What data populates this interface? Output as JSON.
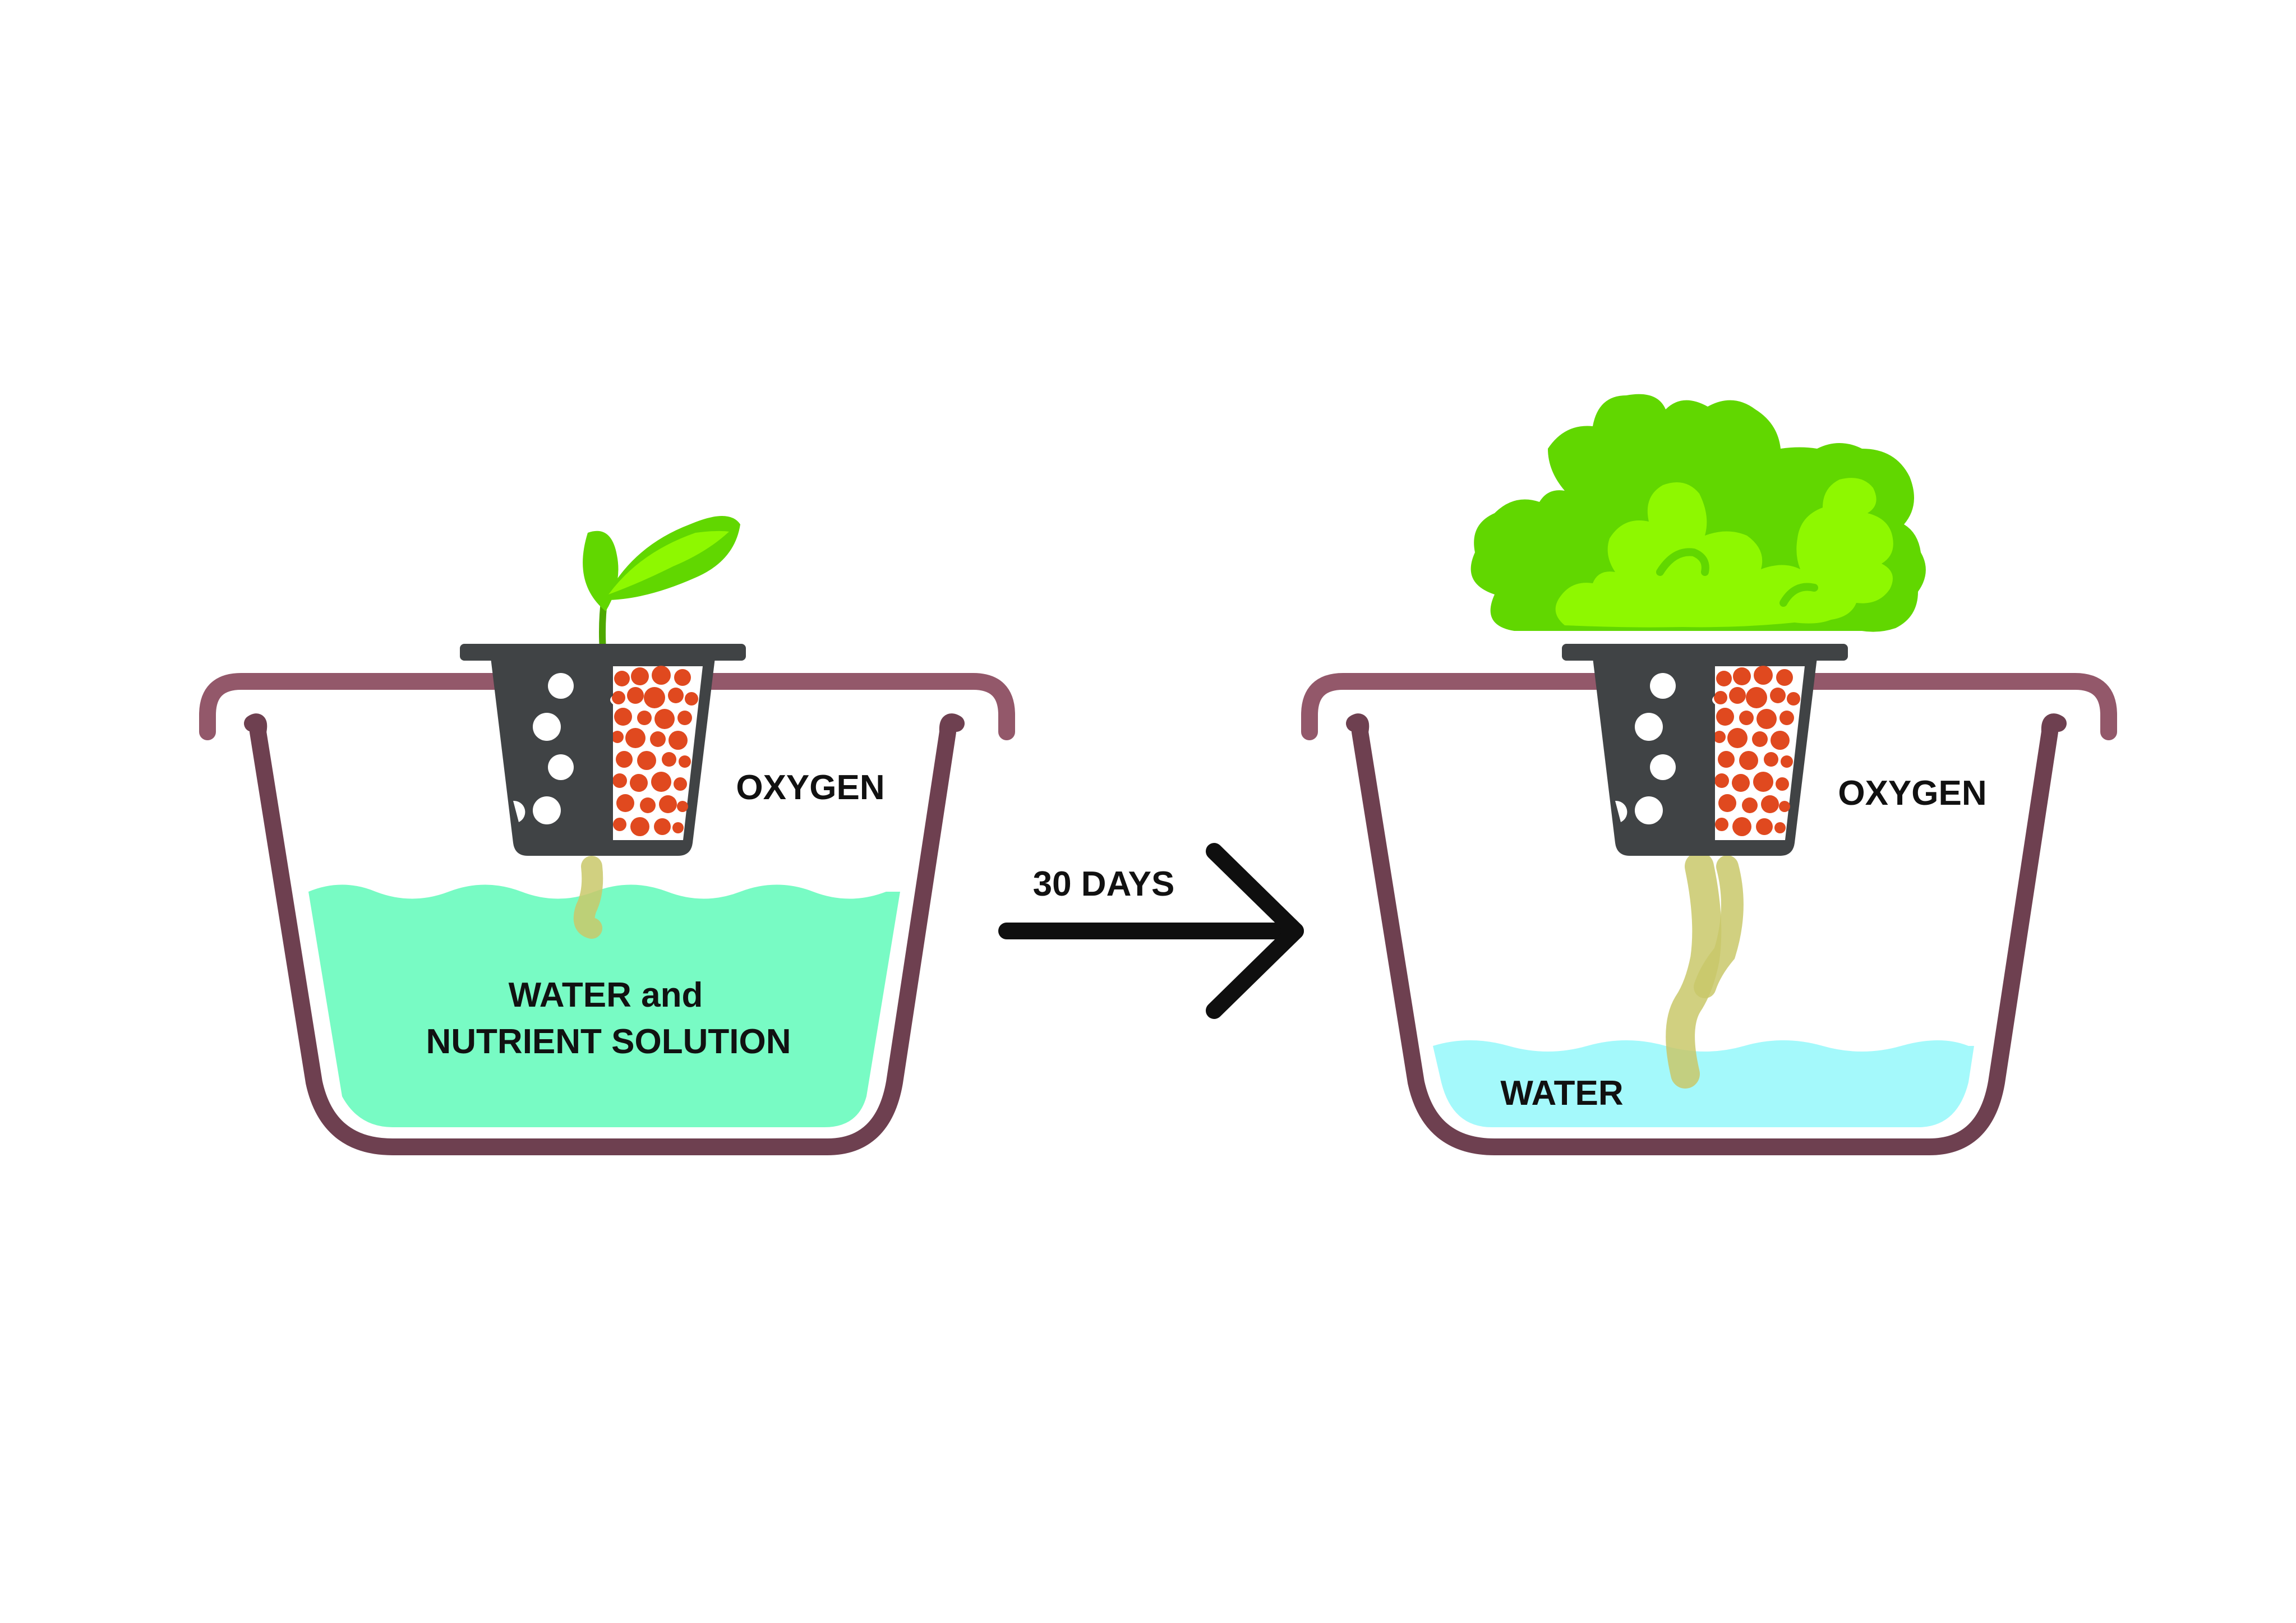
{
  "labels": {
    "left_oxygen": "OXYGEN",
    "left_solution_line1": "WATER and",
    "left_solution_line2": "NUTRIENT SOLUTION",
    "arrow_caption": "30 DAYS",
    "right_oxygen": "OXYGEN",
    "right_water": "WATER"
  },
  "colors": {
    "background": "#ffffff",
    "container_rim": "#93586a",
    "container_body": "#6e4050",
    "net_pot": "#404345",
    "clay_pebbles": "#e0491f",
    "nutrient_solution": "#78fbc4",
    "water": "#a4f9fb",
    "root": "#c9c86a",
    "leaf_dark": "#61d700",
    "leaf_light": "#8ef800",
    "arrow": "#0f0f0f",
    "text": "#111111"
  },
  "icons": {
    "left_plant": "seedling-icon",
    "right_plant": "lettuce-icon",
    "pot": "net-pot-icon",
    "arrow": "right-arrow-icon"
  }
}
